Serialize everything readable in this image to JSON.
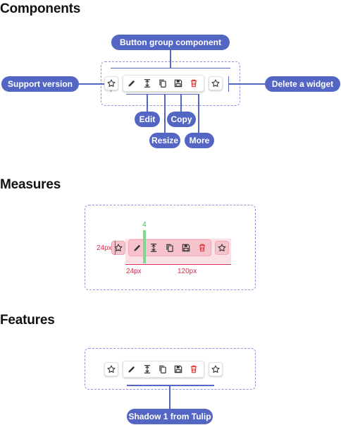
{
  "headings": {
    "components": "Components",
    "measures": "Measures",
    "features": "Features"
  },
  "components": {
    "callouts": {
      "button_group": "Button group component",
      "support_version": "Support version",
      "delete_widget": "Delete a widget",
      "edit": "Edit",
      "copy": "Copy",
      "resize": "Resize",
      "more": "More"
    }
  },
  "measures": {
    "gap_label": "4",
    "left_label": "24px",
    "bottom_left_label": "24px",
    "bottom_right_label": "120px"
  },
  "features": {
    "shadow_label": "Shadow 1 from Tulip"
  },
  "colors": {
    "accent": "#5466c4",
    "measure_red": "#e0284a",
    "measure_green": "#3fbf5a",
    "measure_fill": "#f6c3cc",
    "delete_red": "#e23b3b"
  },
  "icons": [
    "star-icon",
    "pencil-icon",
    "resize-vertical-icon",
    "copy-icon",
    "save-icon",
    "trash-icon"
  ]
}
